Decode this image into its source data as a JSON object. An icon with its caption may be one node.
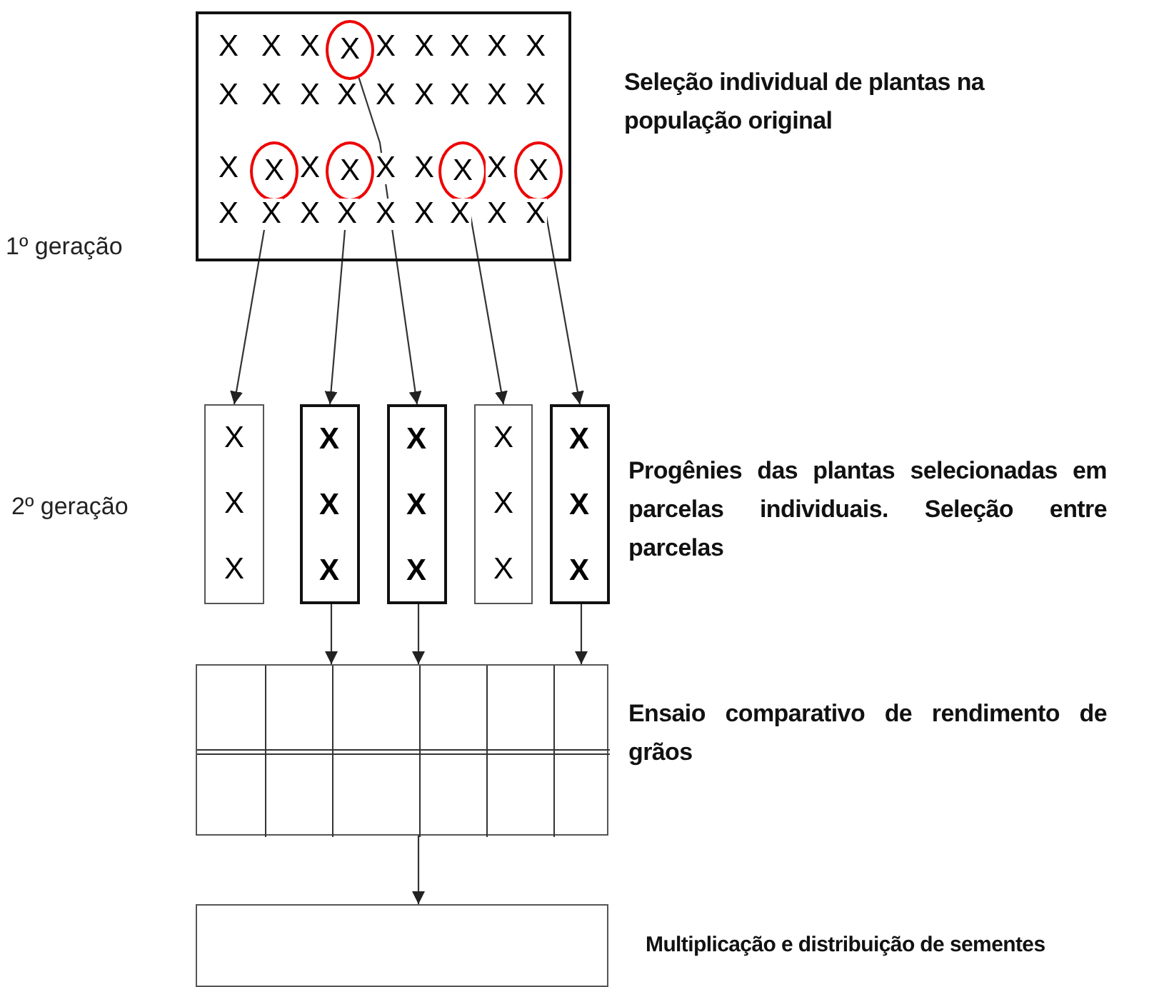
{
  "diagram": {
    "nodes": [
      {
        "text": [],
        "shape": "box",
        "beside": [
          "Seleção individual de plantas na população original"
        ]
      },
      {
        "text": [
          "X"
        ],
        "in": 0
      },
      {
        "text": [
          "X"
        ],
        "in": 0
      },
      {
        "text": [
          "X"
        ],
        "in": 0
      },
      {
        "text": [
          "X"
        ],
        "in": 0
      },
      {
        "text": [
          "X"
        ],
        "in": 0
      },
      {
        "text": [
          "X",
          "X",
          "X"
        ]
      },
      {
        "text": [
          "X",
          "X",
          "X"
        ]
      },
      {
        "text": [
          "X",
          "X",
          "X"
        ]
      },
      {
        "text": [
          "X",
          "X",
          "X"
        ]
      },
      {
        "text": [
          "X",
          "X",
          "X"
        ]
      },
      {
        "text": [],
        "shape": "box",
        "beside": [
          "Ensaio comparativo de rendimento de grãos"
        ]
      },
      {
        "text": [],
        "shape": "box",
        "beside": [
          "Multiplicação e distribuição de sementes"
        ]
      }
    ],
    "edges": [
      {
        "from": 2,
        "to": 6,
        "arrow": "to"
      },
      {
        "from": 3,
        "to": 7,
        "arrow": "to"
      },
      {
        "from": 1,
        "to": 8,
        "arrow": "to"
      },
      {
        "from": 4,
        "to": 9,
        "arrow": "to"
      },
      {
        "from": 5,
        "to": 10,
        "arrow": "to"
      },
      {
        "from": 7,
        "to": 11,
        "arrow": "to"
      },
      {
        "from": 8,
        "to": 11,
        "arrow": "to"
      },
      {
        "from": 10,
        "to": 11,
        "arrow": "to"
      },
      {
        "from": 11,
        "to": 12,
        "arrow": "to"
      }
    ],
    "labels": [
      "X",
      "X",
      "X",
      "X",
      "X",
      "X",
      "X",
      "X",
      "X",
      "X",
      "X",
      "X",
      "X",
      "X",
      "X",
      "X",
      "X",
      "X",
      "X",
      "X",
      "X",
      "X",
      "X",
      "X",
      "X",
      "X",
      "X",
      "X",
      "X",
      "X",
      "X",
      "1º geração",
      "2º geração",
      "Progênies das plantas selecionadas em parcelas individuais. Seleção entre parcelas"
    ]
  }
}
